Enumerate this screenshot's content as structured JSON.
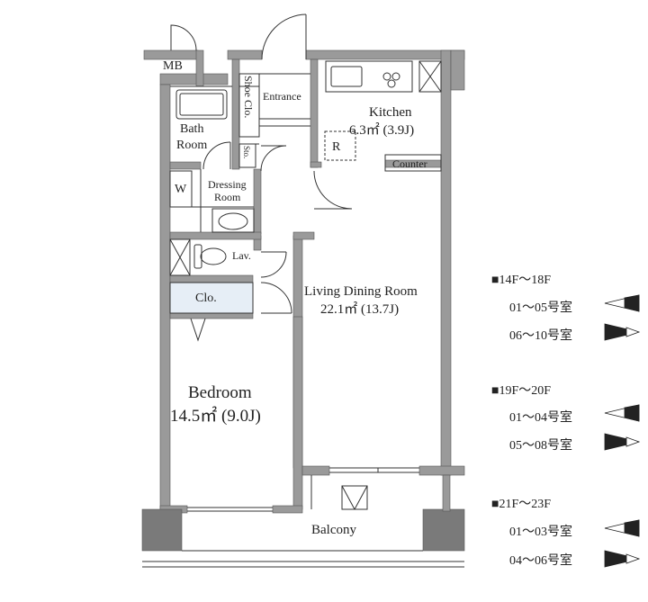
{
  "rooms": {
    "mb": "MB",
    "bath_line1": "Bath",
    "bath_line2": "Room",
    "shoe_closet": "Shoe Clo.",
    "entrance": "Entrance",
    "storage": "Sto.",
    "kitchen_name": "Kitchen",
    "kitchen_area": "6.3㎡ (3.9J)",
    "refrigerator": "R",
    "counter": "Counter",
    "washer": "W",
    "dressing_line1": "Dressing",
    "dressing_line2": "Room",
    "lavatory": "Lav.",
    "closet": "Clo.",
    "ldk_name": "Living Dining Room",
    "ldk_area": "22.1㎡ (13.7J)",
    "bedroom_name": "Bedroom",
    "bedroom_area": "14.5㎡ (9.0J)",
    "balcony": "Balcony"
  },
  "legend": {
    "groups": [
      {
        "heading": "■14F～18F",
        "rows": [
          {
            "label": "01～05号室",
            "orientation": "west"
          },
          {
            "label": "06～10号室",
            "orientation": "east"
          }
        ]
      },
      {
        "heading": "■19F～20F",
        "rows": [
          {
            "label": "01～04号室",
            "orientation": "west"
          },
          {
            "label": "05～08号室",
            "orientation": "east"
          }
        ]
      },
      {
        "heading": "■21F～23F",
        "rows": [
          {
            "label": "01～03号室",
            "orientation": "west"
          },
          {
            "label": "04～06号室",
            "orientation": "east"
          }
        ]
      }
    ]
  },
  "colors": {
    "wall": "#9a9a9a",
    "wall_dark": "#7a7a7a",
    "line": "#333333",
    "closet_fill": "#e6eef6"
  }
}
